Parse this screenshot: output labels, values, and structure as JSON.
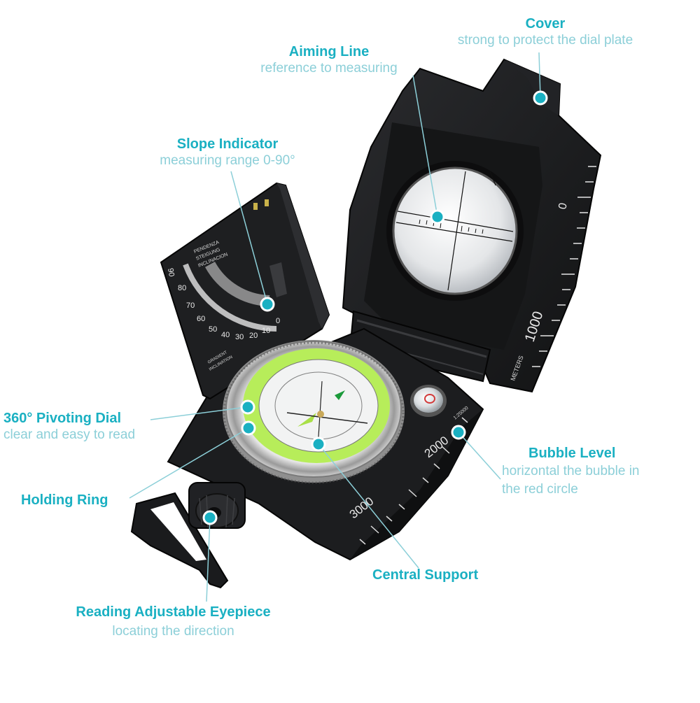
{
  "colors": {
    "accent": "#1ab0c2",
    "desc": "#8ccfd8",
    "body": "#1b1c1e",
    "lumen": "#b5f24a"
  },
  "labels": {
    "cover": {
      "title": "Cover",
      "desc": "strong to protect the dial plate"
    },
    "aiming_line": {
      "title": "Aiming Line",
      "desc": "reference to measuring"
    },
    "slope_indicator": {
      "title": "Slope Indicator",
      "desc": "measuring range 0-90°"
    },
    "pivoting_dial": {
      "title": "360° Pivoting Dial",
      "desc": "clear and easy to read"
    },
    "holding_ring": {
      "title": "Holding Ring"
    },
    "bubble_level": {
      "title": "Bubble Level",
      "desc1": "horizontal the bubble in",
      "desc2": "the red circle"
    },
    "central_support": {
      "title": "Central Support"
    },
    "eyepiece": {
      "title": "Reading Adjustable Eyepiece",
      "desc": "locating the direction"
    }
  },
  "device_text": {
    "ruler_1000": "1000",
    "ruler_0": "0",
    "meters": "METERS",
    "ruler_2000": "2000",
    "ruler_3000": "3000",
    "scale_ratio": "1:25000",
    "pendenza": "PENDENZA",
    "steigung": "STEIGUNG",
    "inclinacion": "INCLINACION",
    "gradient": "GRADIENT",
    "inclination": "INCLINATION",
    "slope_ticks": [
      "90",
      "80",
      "70",
      "60",
      "50",
      "40",
      "30",
      "20",
      "10",
      "0"
    ]
  }
}
